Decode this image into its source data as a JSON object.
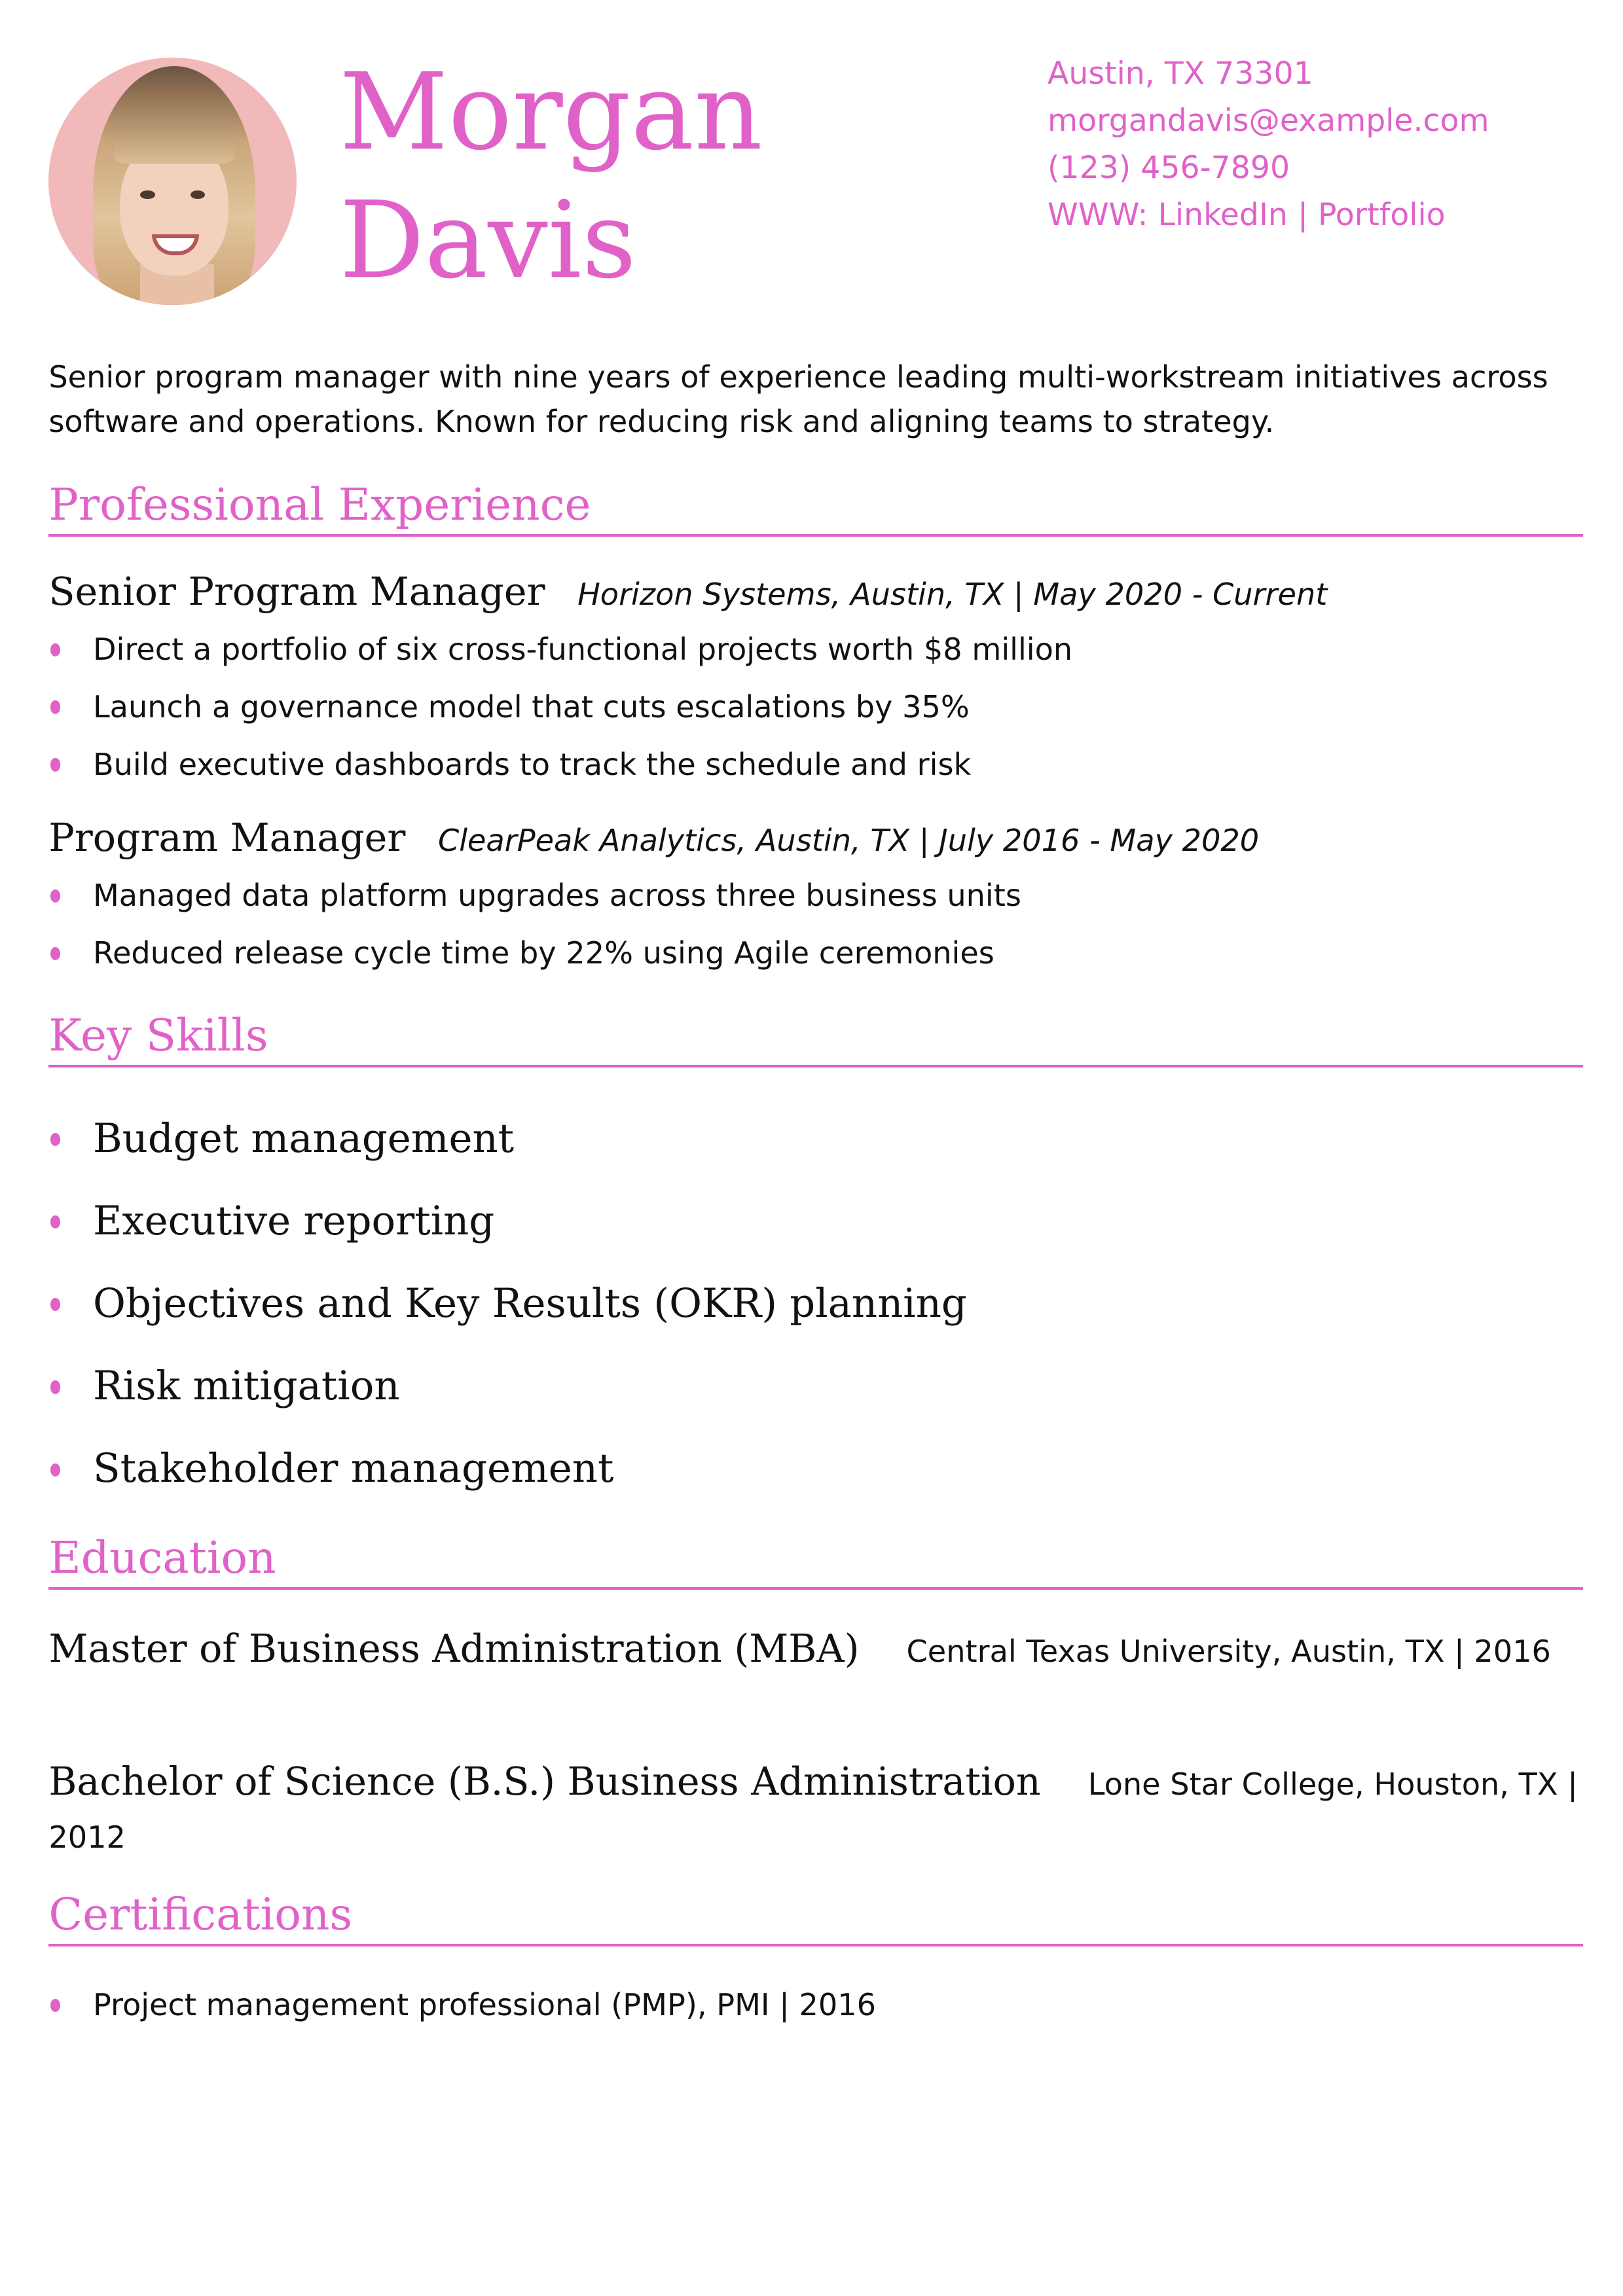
{
  "header": {
    "first_name": "Morgan",
    "last_name": "Davis",
    "contact": {
      "location": "Austin, TX 73301",
      "email": "morgandavis@example.com",
      "phone": "(123) 456-7890",
      "web_label": "WWW:",
      "linkedin": "LinkedIn",
      "separator": "|",
      "portfolio": "Portfolio"
    }
  },
  "summary": "Senior program manager with nine years of experience leading multi-workstream initiatives across software and operations. Known for reducing risk and aligning teams to strategy.",
  "experience": {
    "heading": "Professional Experience",
    "jobs": [
      {
        "title": "Senior Program Manager",
        "company": "Horizon Systems, Austin, TX | May 2020 - Current",
        "bullets": [
          "Direct a portfolio of six cross-functional projects worth $8 million",
          "Launch a governance model that cuts escalations by 35%",
          "Build executive dashboards to track the schedule and risk"
        ]
      },
      {
        "title": "Program Manager",
        "company": "ClearPeak Analytics, Austin, TX | July 2016 - May 2020",
        "bullets": [
          "Managed data platform upgrades across three business units",
          "Reduced release cycle time by 22% using Agile ceremonies"
        ]
      }
    ]
  },
  "skills": {
    "heading": "Key Skills",
    "items": [
      "Budget management",
      "Executive reporting",
      "Objectives and Key Results (OKR) planning",
      "Risk mitigation",
      "Stakeholder management"
    ]
  },
  "education": {
    "heading": "Education",
    "items": [
      {
        "degree": "Master of Business Administration (MBA)",
        "school": "Central Texas University, Austin, TX | 2016"
      },
      {
        "degree": "Bachelor of Science (B.S.) Business Administration",
        "school": "Lone Star College, Houston, TX | 2012"
      }
    ]
  },
  "certifications": {
    "heading": "Certifications",
    "items": [
      "Project management professional (PMP), PMI | 2016"
    ]
  },
  "colors": {
    "accent": "#e062c9",
    "text": "#111111"
  }
}
